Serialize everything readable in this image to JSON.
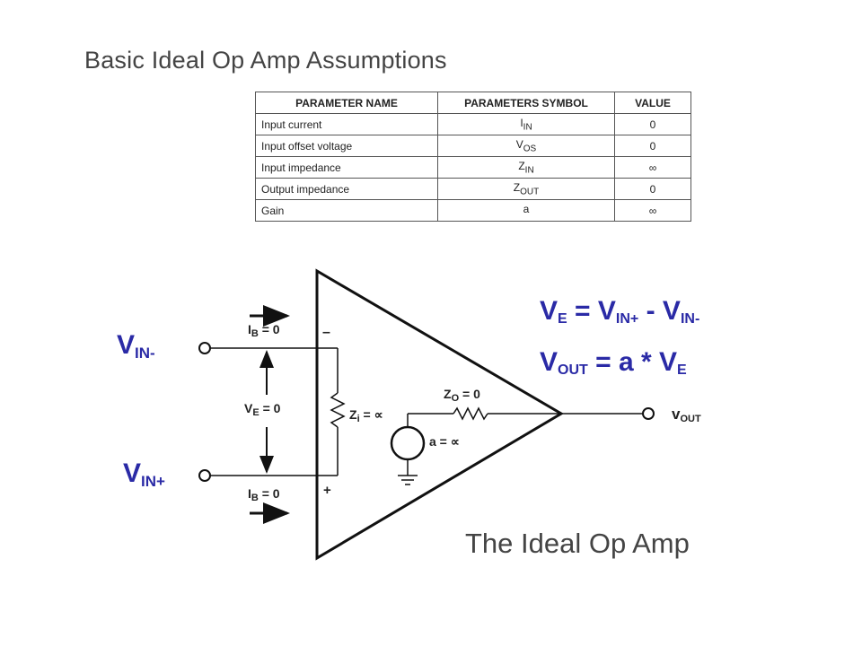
{
  "top_title": "Basic Ideal Op Amp Assumptions",
  "bottom_title": "The Ideal Op Amp",
  "table": {
    "headers": [
      "PARAMETER NAME",
      "PARAMETERS SYMBOL",
      "VALUE"
    ],
    "rows": [
      {
        "name": "Input current",
        "sym_base": "I",
        "sym_sub": "IN",
        "value": "0"
      },
      {
        "name": "Input offset voltage",
        "sym_base": "V",
        "sym_sub": "OS",
        "value": "0"
      },
      {
        "name": "Input impedance",
        "sym_base": "Z",
        "sym_sub": "IN",
        "value": "∞"
      },
      {
        "name": "Output impedance",
        "sym_base": "Z",
        "sym_sub": "OUT",
        "value": "0"
      },
      {
        "name": "Gain",
        "sym_base": "a",
        "sym_sub": "",
        "value": "∞"
      }
    ]
  },
  "equations": {
    "ve": {
      "lhs_base": "V",
      "lhs_sub": "E",
      "eq": " = ",
      "a_base": "V",
      "a_sub": "IN+",
      "op": " - ",
      "b_base": "V",
      "b_sub": "IN-"
    },
    "vout": {
      "lhs_base": "V",
      "lhs_sub": "OUT",
      "eq": " = a * ",
      "r_base": "V",
      "r_sub": "E"
    }
  },
  "nodes": {
    "vin_minus": {
      "base": "V",
      "sub": "IN-"
    },
    "vin_plus": {
      "base": "V",
      "sub": "IN+"
    },
    "vout": {
      "base": "v",
      "sub": "OUT"
    }
  },
  "circuit_labels": {
    "ib_top": {
      "base": "I",
      "sub": "B",
      "rest": " = 0"
    },
    "ib_bottom": {
      "base": "I",
      "sub": "B",
      "rest": " = 0"
    },
    "ve": {
      "base": "V",
      "sub": "E",
      "rest": " = 0"
    },
    "zi": {
      "base": "Z",
      "sub": "i",
      "rest": " = ∝"
    },
    "zo": {
      "base": "Z",
      "sub": "O",
      "rest": " = 0"
    },
    "a": {
      "text": "a = ∝"
    },
    "minus_sign": "–",
    "plus_sign": "+"
  },
  "colors": {
    "equation_blue": "#2a2aa6",
    "title_gray": "#444444"
  }
}
